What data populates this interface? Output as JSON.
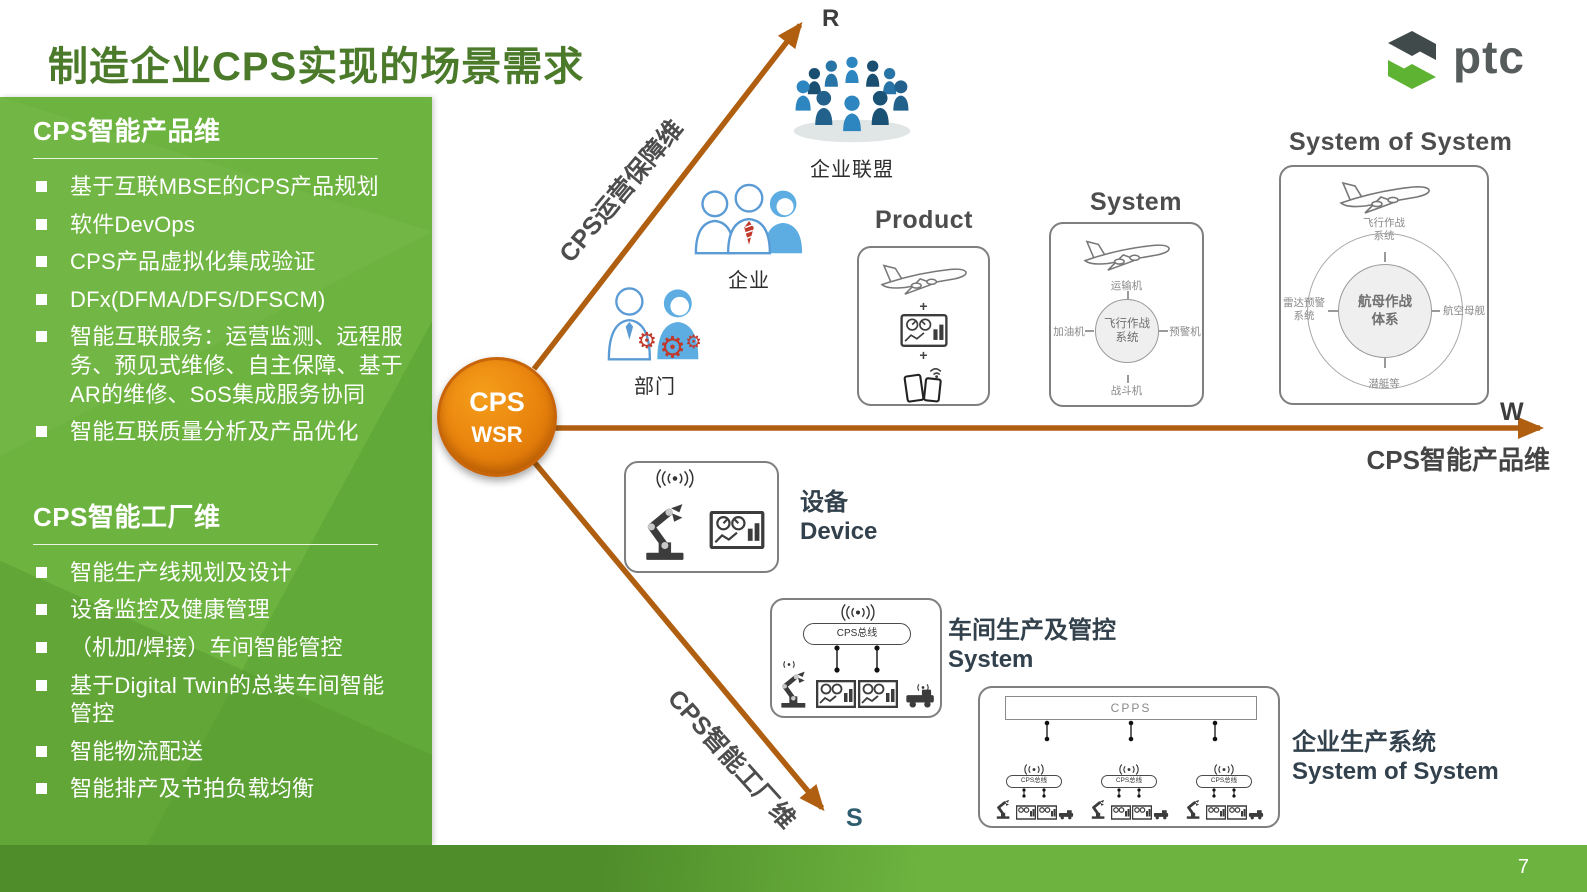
{
  "slide": {
    "title": "制造企业CPS实现的场景需求",
    "logo_text": "ptc",
    "page_number": "7"
  },
  "colors": {
    "sidebar_green": "#6CB33F",
    "title_green": "#4A7A2A",
    "axis_orange": "#B05F10",
    "node_orange": "#E8820C",
    "label_slate": "#32414C",
    "ptc_green": "#5FB333"
  },
  "sidebar": {
    "sections": [
      {
        "heading": "CPS智能产品维",
        "items": [
          "基于互联MBSE的CPS产品规划",
          "软件DevOps",
          "CPS产品虚拟化集成验证",
          "DFx(DFMA/DFS/DFSCM)",
          "智能互联服务：运营监测、远程服务、预见式维修、自主保障、基于AR的维修、SoS集成服务协同",
          "智能互联质量分析及产品优化"
        ]
      },
      {
        "heading": "CPS智能工厂维",
        "items": [
          "智能生产线规划及设计",
          "设备监控及健康管理",
          "（机加/焊接）车间智能管控",
          "基于Digital Twin的总装车间智能管控",
          "智能物流配送",
          "智能排产及节拍负载均衡"
        ]
      }
    ]
  },
  "diagram": {
    "center": {
      "line1": "CPS",
      "line2": "WSR"
    },
    "axes": {
      "operation": {
        "letter": "R",
        "label": "CPS运营保障维"
      },
      "product": {
        "letter": "W",
        "label": "CPS智能产品维"
      },
      "factory": {
        "letter": "S",
        "label": "CPS智能工厂维"
      }
    },
    "org": {
      "alliance": "企业联盟",
      "enterprise": "企业",
      "department": "部门"
    },
    "product_box": {
      "title": "Product",
      "plus": "+"
    },
    "system_box": {
      "title": "System",
      "center": "飞行作战\n系统",
      "top": "运输机",
      "left": "加油机",
      "right": "预警机",
      "bottom": "战斗机"
    },
    "sos_box": {
      "title": "System of System",
      "center": "航母作战\n体系",
      "top": "飞行作战\n系统",
      "left": "雷达预警\n系统",
      "right": "航空母舰",
      "bottom": "潜艇等"
    },
    "device_box": {
      "cn": "设备",
      "en": "Device"
    },
    "workshop_box": {
      "cn": "车间生产及管控",
      "en": "System",
      "bus": "CPS总线"
    },
    "enterprise_box": {
      "cn": "企业生产系统",
      "en": "System of System",
      "cpps": "CPPS",
      "bus": "CPS总线"
    }
  }
}
